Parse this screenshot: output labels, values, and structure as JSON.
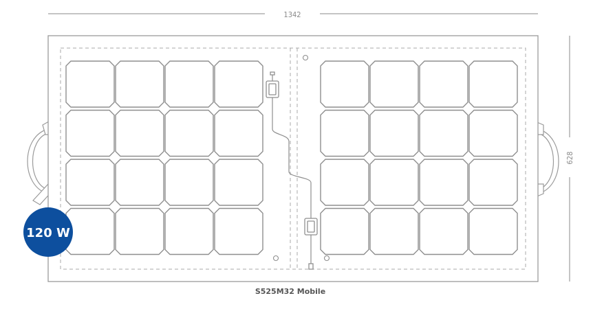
{
  "dimensions": {
    "width_label": "1342",
    "height_label": "628"
  },
  "model": "S525M32 Mobile",
  "badge": {
    "text": "120 W",
    "color": "#0d4f9e"
  },
  "panel": {
    "module_count": 2,
    "cell_rows": 4,
    "cell_columns_per_module": 4
  },
  "colors": {
    "outline": "#8e8e8e",
    "text": "#555555"
  }
}
